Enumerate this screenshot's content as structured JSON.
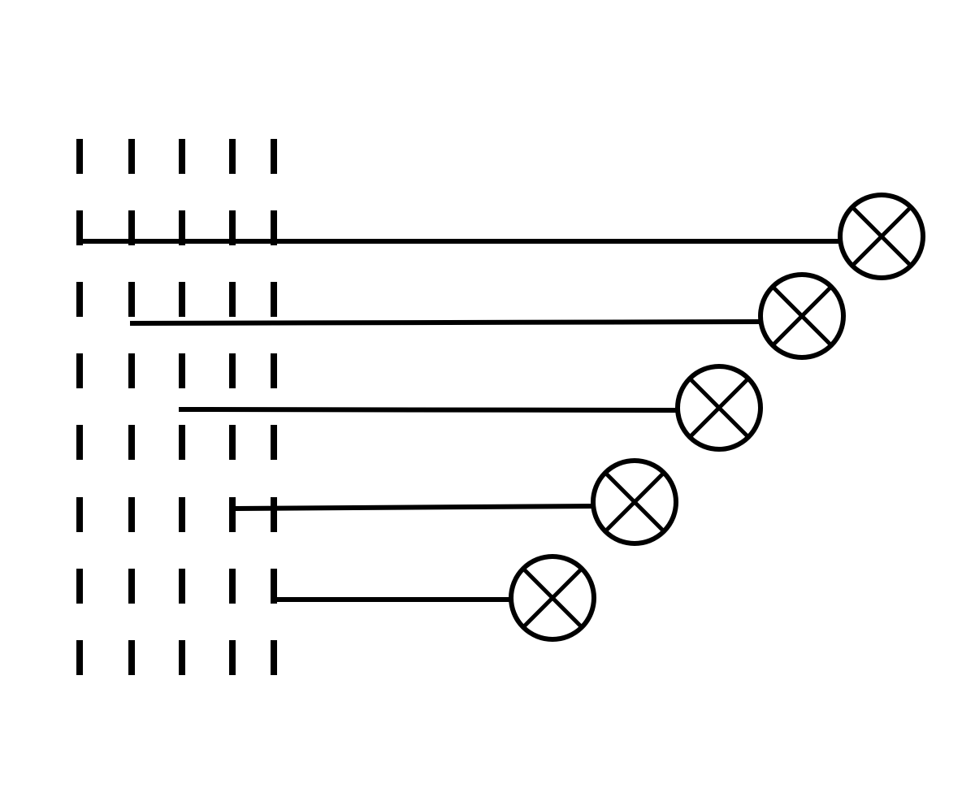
{
  "diagram": {
    "stroke_color": "#000000",
    "background_color": "#ffffff",
    "rails": [
      {
        "id": "rail-1",
        "style": "dashed"
      },
      {
        "id": "rail-2",
        "style": "dashed"
      },
      {
        "id": "rail-3",
        "style": "dashed"
      },
      {
        "id": "rail-4",
        "style": "dashed"
      },
      {
        "id": "rail-5",
        "style": "dashed"
      }
    ],
    "lamps": [
      {
        "id": "lamp-1",
        "symbol": "lamp-icon",
        "connected_rail": 1
      },
      {
        "id": "lamp-2",
        "symbol": "lamp-icon",
        "connected_rail": 2
      },
      {
        "id": "lamp-3",
        "symbol": "lamp-icon",
        "connected_rail": 3
      },
      {
        "id": "lamp-4",
        "symbol": "lamp-icon",
        "connected_rail": 4
      },
      {
        "id": "lamp-5",
        "symbol": "lamp-icon",
        "connected_rail": 5
      }
    ]
  }
}
